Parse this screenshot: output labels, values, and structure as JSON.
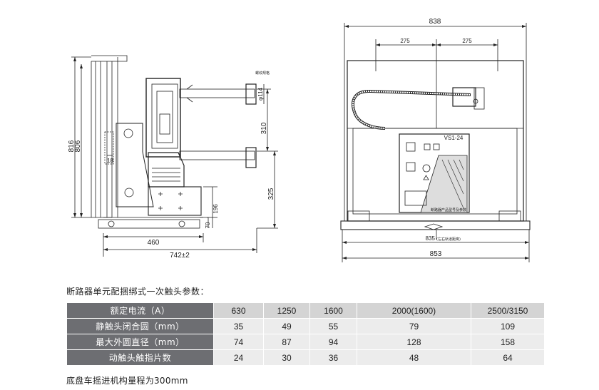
{
  "side_view": {
    "dims": {
      "total_height_outer": "816",
      "total_height_inner": "806",
      "contact_spacing": "310",
      "lower_contact_height": "325",
      "base_height": "196",
      "foot_height": "70",
      "small_offset": "18",
      "depth_460": "460",
      "overall_depth": "742±2",
      "contact_dia": "φ114"
    },
    "labels": {
      "top_note": "螺纹规格"
    }
  },
  "front_view": {
    "dims": {
      "overall_width_top": "838",
      "half_left": "275",
      "half_right": "275",
      "guide_width": "835",
      "guide_note": "(左右轨道距离)",
      "overall_width_bottom": "853"
    },
    "nameplate": "VS1-24",
    "panel_text": "断路器产品型号及参数"
  },
  "table": {
    "caption": "断路器单元配捆绑式一次触头参数：",
    "header_row": {
      "label": "额定电流（A）",
      "values": [
        "630",
        "1250",
        "1600",
        "2000(1600)",
        "2500/3150"
      ]
    },
    "rows": [
      {
        "label": "静触头闭合圆（mm）",
        "values": [
          "35",
          "49",
          "55",
          "79",
          "109"
        ]
      },
      {
        "label": "最大外圆直径（mm）",
        "values": [
          "74",
          "87",
          "94",
          "128",
          "158"
        ]
      },
      {
        "label": "动触头触指片数",
        "values": [
          "24",
          "30",
          "36",
          "48",
          "64"
        ]
      }
    ],
    "colors": {
      "header_bg": "#6d6e72",
      "cell_bg": "#ececec",
      "first_row_bg": "#d4d4d4"
    }
  },
  "note": "底盘车摇进机构量程为300mm"
}
